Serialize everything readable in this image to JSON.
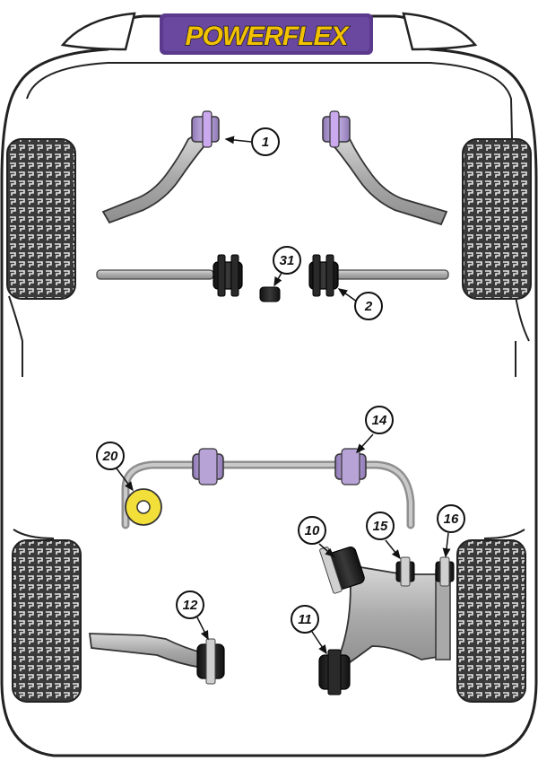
{
  "brand": {
    "logo_text": "POWERFLEX",
    "logo_bg": "#5b3a8e",
    "logo_fg": "#f2c100"
  },
  "colors": {
    "car_outline": "#222222",
    "car_fill": "#ffffff",
    "bush_purple": "#b7a3d6",
    "bush_black": "#1e1e1e",
    "bush_yellow": "#f3df3a",
    "metal": "#b7b7b7",
    "tyre": "#3c3c3c"
  },
  "callouts": [
    {
      "id": "c1",
      "label": "1"
    },
    {
      "id": "c2",
      "label": "2"
    },
    {
      "id": "c31",
      "label": "31"
    },
    {
      "id": "c14",
      "label": "14"
    },
    {
      "id": "c20",
      "label": "20"
    },
    {
      "id": "c10",
      "label": "10"
    },
    {
      "id": "c15",
      "label": "15"
    },
    {
      "id": "c16",
      "label": "16"
    },
    {
      "id": "c12",
      "label": "12"
    },
    {
      "id": "c11",
      "label": "11"
    }
  ]
}
